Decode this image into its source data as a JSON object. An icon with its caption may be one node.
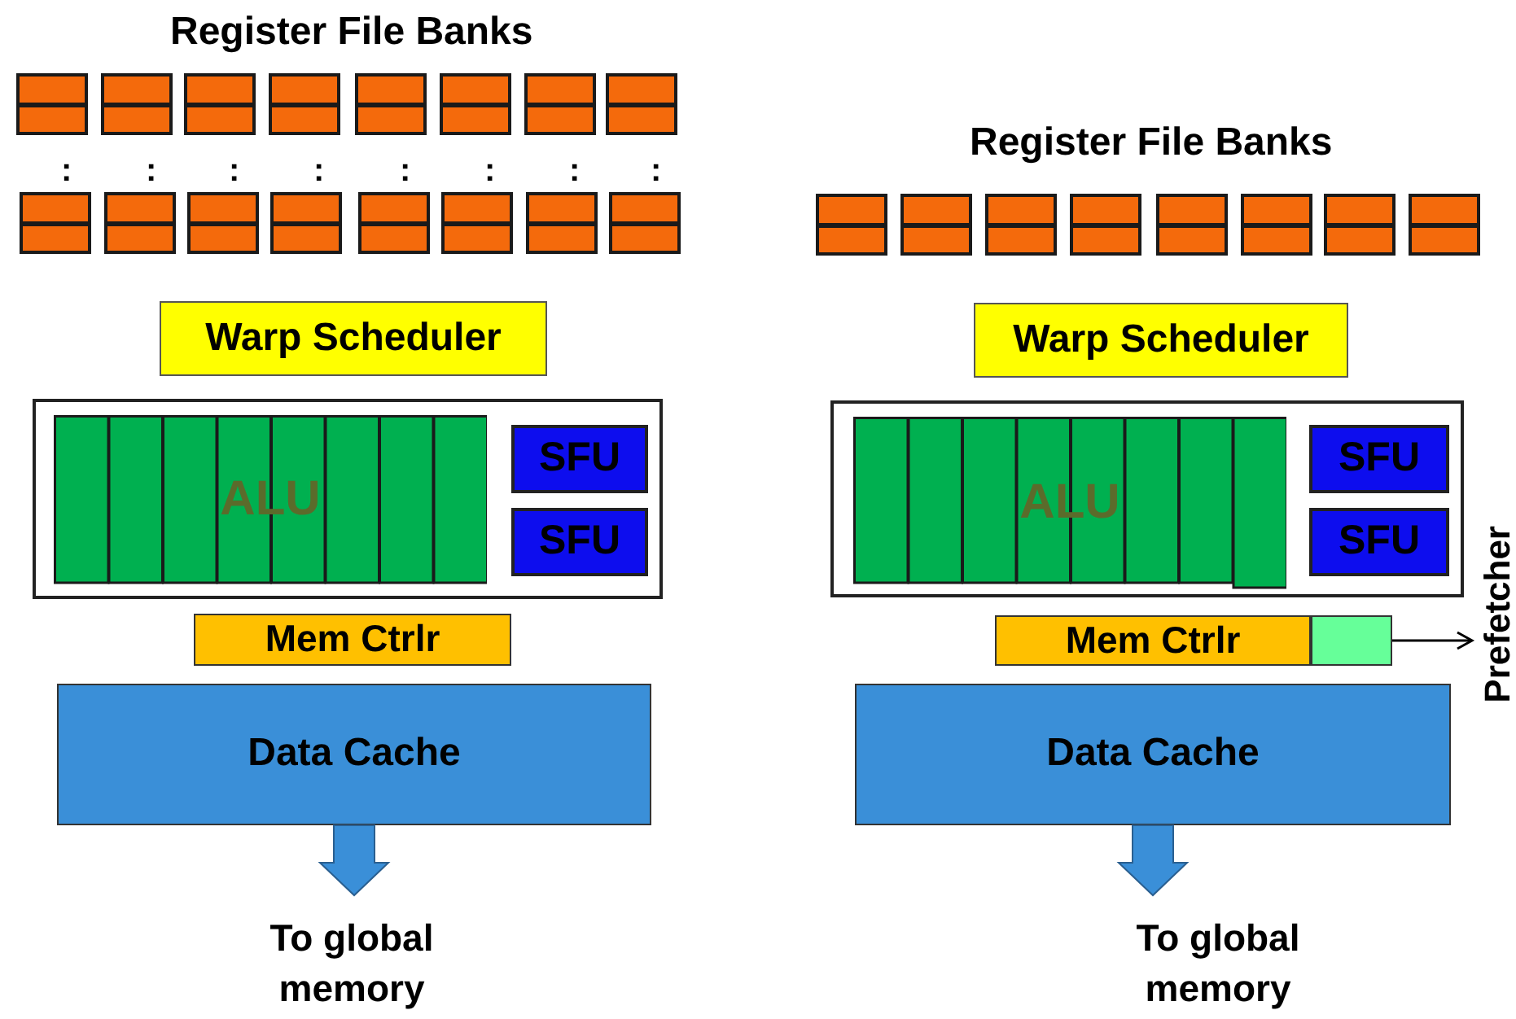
{
  "diagram": {
    "nodes": [
      {
        "text": [],
        "shape": "box"
      },
      {
        "text": [],
        "shape": "box"
      },
      {
        "text": [],
        "shape": "box"
      },
      {
        "text": [],
        "shape": "box"
      },
      {
        "text": [],
        "shape": "box"
      },
      {
        "text": [],
        "shape": "box"
      },
      {
        "text": [],
        "shape": "box"
      },
      {
        "text": [],
        "shape": "box"
      },
      {
        "text": [],
        "shape": "box"
      },
      {
        "text": [],
        "shape": "box"
      },
      {
        "text": [],
        "shape": "box"
      },
      {
        "text": [],
        "shape": "box"
      },
      {
        "text": [],
        "shape": "box"
      },
      {
        "text": [],
        "shape": "box"
      },
      {
        "text": [],
        "shape": "box"
      },
      {
        "text": [],
        "shape": "box"
      },
      {
        "text": [
          "Warp Scheduler"
        ]
      },
      {
        "text": [],
        "shape": "box"
      },
      {
        "text": [
          "ALU"
        ],
        "in": 17
      },
      {
        "text": [
          "SFU"
        ],
        "in": 17
      },
      {
        "text": [
          "SFU"
        ],
        "in": 17
      },
      {
        "text": [
          "Mem Ctrlr"
        ]
      },
      {
        "text": [
          "Data Cache"
        ]
      },
      {
        "text": [
          "To global memory"
        ]
      },
      {
        "text": [],
        "shape": "box"
      },
      {
        "text": [],
        "shape": "box"
      },
      {
        "text": [],
        "shape": "box"
      },
      {
        "text": [],
        "shape": "box"
      },
      {
        "text": [],
        "shape": "box"
      },
      {
        "text": [],
        "shape": "box"
      },
      {
        "text": [],
        "shape": "box"
      },
      {
        "text": [],
        "shape": "box"
      },
      {
        "text": [
          "Warp Scheduler"
        ]
      },
      {
        "text": [],
        "shape": "box"
      },
      {
        "text": [
          "ALU"
        ],
        "in": 33
      },
      {
        "text": [
          "SFU"
        ],
        "in": 33
      },
      {
        "text": [
          "SFU"
        ],
        "in": 33
      },
      {
        "text": [
          "Mem Ctrlr"
        ]
      },
      {
        "text": [],
        "shape": "box"
      },
      {
        "text": [
          "Data Cache"
        ]
      },
      {
        "text": [
          "To global memory"
        ]
      },
      {
        "text": [
          "Prefetcher"
        ]
      }
    ],
    "edges": [
      {
        "from": 22,
        "to": 23,
        "arrow": "to",
        "style": "thick"
      },
      {
        "from": 39,
        "to": 40,
        "arrow": "to",
        "style": "thick"
      },
      {
        "from": 38,
        "to": 41,
        "arrow": "to",
        "color": "#000000"
      }
    ],
    "labels": [
      "Register File Banks",
      ":",
      ":",
      ":",
      ":",
      ":",
      ":",
      ":",
      ":",
      "Register File Banks"
    ]
  }
}
